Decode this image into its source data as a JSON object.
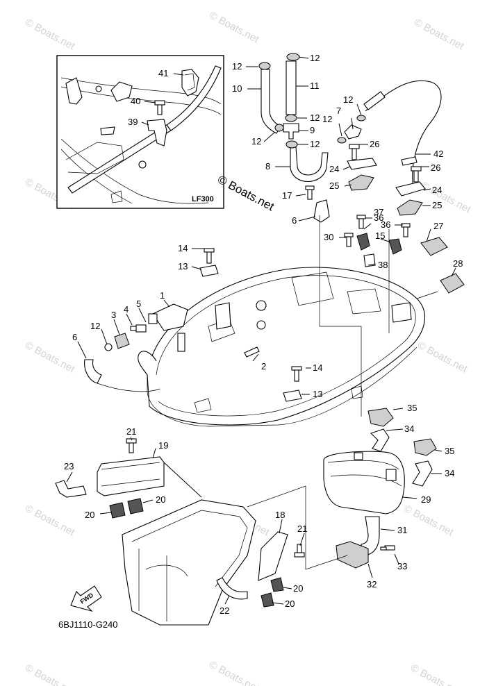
{
  "diagram_code": "6BJ1110-G240",
  "inset_label": "LF300",
  "copyright": "© Boats.net",
  "watermark": "© Boats.net",
  "fwd_label": "FWD",
  "callouts": [
    {
      "num": "1"
    },
    {
      "num": "2"
    },
    {
      "num": "3"
    },
    {
      "num": "4"
    },
    {
      "num": "5"
    },
    {
      "num": "6"
    },
    {
      "num": "6"
    },
    {
      "num": "7"
    },
    {
      "num": "8"
    },
    {
      "num": "9"
    },
    {
      "num": "10"
    },
    {
      "num": "11"
    },
    {
      "num": "12"
    },
    {
      "num": "12"
    },
    {
      "num": "12"
    },
    {
      "num": "12"
    },
    {
      "num": "12"
    },
    {
      "num": "12"
    },
    {
      "num": "12"
    },
    {
      "num": "12"
    },
    {
      "num": "12"
    },
    {
      "num": "13"
    },
    {
      "num": "13"
    },
    {
      "num": "14"
    },
    {
      "num": "14"
    },
    {
      "num": "15"
    },
    {
      "num": "17"
    },
    {
      "num": "18"
    },
    {
      "num": "19"
    },
    {
      "num": "20"
    },
    {
      "num": "20"
    },
    {
      "num": "20"
    },
    {
      "num": "20"
    },
    {
      "num": "21"
    },
    {
      "num": "21"
    },
    {
      "num": "22"
    },
    {
      "num": "23"
    },
    {
      "num": "24"
    },
    {
      "num": "24"
    },
    {
      "num": "25"
    },
    {
      "num": "25"
    },
    {
      "num": "26"
    },
    {
      "num": "26"
    },
    {
      "num": "27"
    },
    {
      "num": "28"
    },
    {
      "num": "29"
    },
    {
      "num": "30"
    },
    {
      "num": "31"
    },
    {
      "num": "32"
    },
    {
      "num": "33"
    },
    {
      "num": "34"
    },
    {
      "num": "34"
    },
    {
      "num": "35"
    },
    {
      "num": "35"
    },
    {
      "num": "36"
    },
    {
      "num": "36"
    },
    {
      "num": "37"
    },
    {
      "num": "38"
    },
    {
      "num": "39"
    },
    {
      "num": "40"
    },
    {
      "num": "41"
    },
    {
      "num": "42"
    }
  ]
}
